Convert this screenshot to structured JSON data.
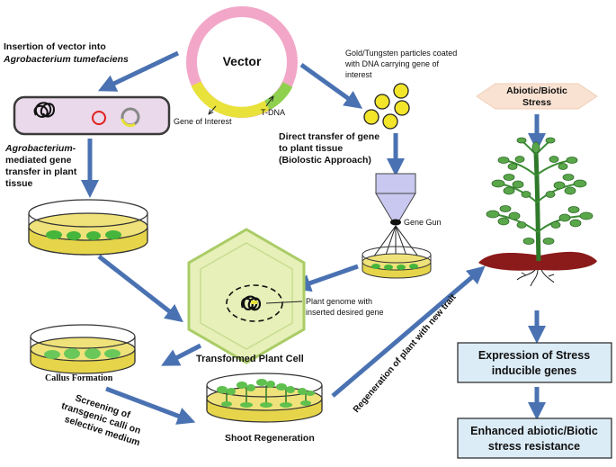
{
  "vector": {
    "label": "Vector",
    "gene_of_interest": "Gene of Interest",
    "tdna": "T-DNA"
  },
  "left_path": {
    "insertion_line1": "Insertion of vector into",
    "insertion_line2": "Agrobacterium tumefaciens",
    "agro_line1": "Agrobacterium-",
    "agro_line2": "mediated gene",
    "agro_line3": "transfer in plant",
    "agro_line4": "tissue",
    "callus": "Callus Formation",
    "screening_line1": "Screening of",
    "screening_line2": "transgenic calli on",
    "screening_line3": "selective medium"
  },
  "biolistic": {
    "particles_line1": "Gold/Tungsten particles coated",
    "particles_line2": "with DNA carrying gene of",
    "particles_line3": "interest",
    "direct_line1": "Direct transfer of gene",
    "direct_line2": "to plant tissue",
    "direct_line3": "(Biolostic Approach)",
    "gene_gun": "Gene Gun"
  },
  "cell": {
    "genome_line1": "Plant genome with",
    "genome_line2": "inserted desired gene",
    "title": "Transformed Plant Cell"
  },
  "regeneration": {
    "shoot": "Shoot Regeneration",
    "diagonal": "Regeneration of plant with new trait"
  },
  "stress": {
    "label_line1": "Abiotic/Biotic",
    "label_line2": "Stress",
    "expression_line1": "Expression of Stress",
    "expression_line2": "inducible genes",
    "enhanced_line1": "Enhanced abiotic/Biotic",
    "enhanced_line2": "stress resistance"
  },
  "colors": {
    "arrow": "#4a72b2",
    "vector_pink": "#f3a7c8",
    "vector_yellow": "#e8e23a",
    "vector_green": "#8fd14f",
    "dish": "#e6d54a",
    "tissue": "#46b53b",
    "particle": "#f2e52a",
    "cell_fill": "#e6f0b8",
    "cell_stroke": "#aacc66",
    "agro_fill": "#ead9ea",
    "box_fill": "#dcecf7",
    "stress_fill": "#f9e2d2",
    "soil": "#8b1a1a",
    "leaf": "#5aa64a"
  }
}
